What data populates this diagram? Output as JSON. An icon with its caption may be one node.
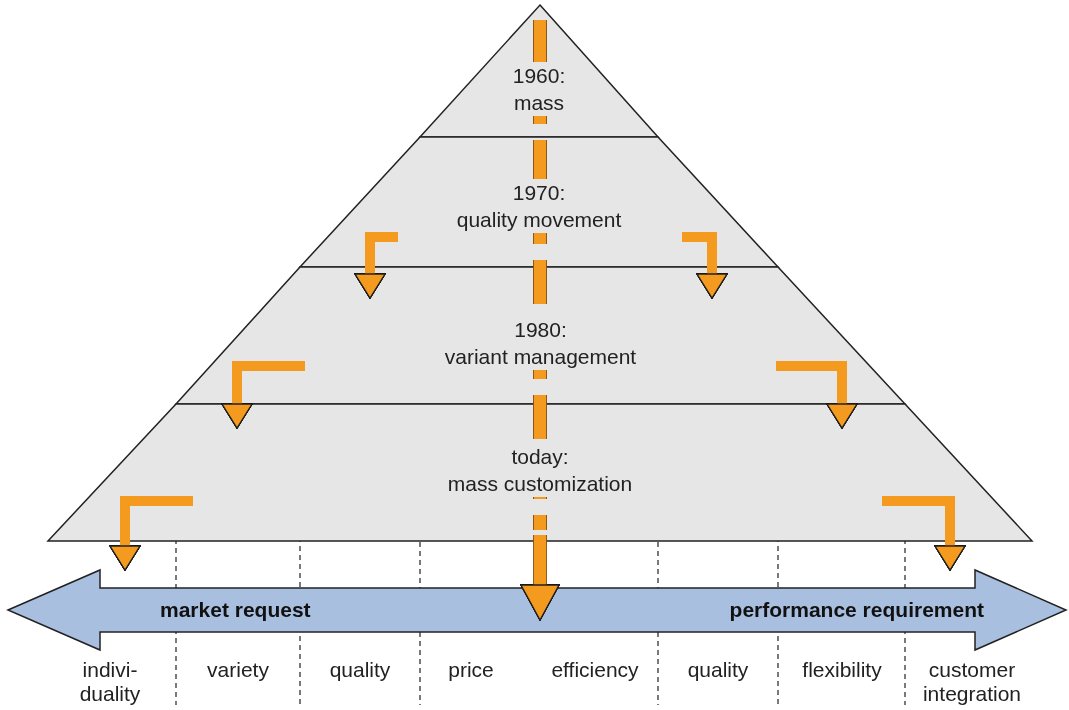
{
  "diagram": {
    "nodes": [
      {
        "text": [
          "1960:",
          "mass"
        ]
      },
      {
        "text": [
          "1970:",
          "quality movement"
        ]
      },
      {
        "text": [
          "1980:",
          "variant management"
        ]
      },
      {
        "text": [
          "today:",
          "mass customization"
        ]
      },
      {
        "text": [
          "market request",
          "performance requirement"
        ]
      }
    ],
    "edges": [
      {
        "from": 0,
        "to": 1,
        "arrow": "none",
        "style": "dashed"
      },
      {
        "from": 1,
        "to": 2,
        "arrow": "none",
        "style": "dashed"
      },
      {
        "from": 2,
        "to": 3,
        "arrow": "none",
        "style": "dashed"
      },
      {
        "from": 3,
        "to": 4,
        "arrow": "to"
      },
      {
        "from": 1,
        "to": 2,
        "arrow": "to"
      },
      {
        "from": 1,
        "to": 2,
        "arrow": "to"
      },
      {
        "from": 2,
        "to": 3,
        "arrow": "to"
      },
      {
        "from": 2,
        "to": 3,
        "arrow": "to"
      },
      {
        "from": 3,
        "to": 4,
        "arrow": "to"
      },
      {
        "from": 3,
        "to": 4,
        "arrow": "to"
      }
    ],
    "labels": [
      "indivi-duality",
      "variety",
      "quality",
      "price",
      "efficiency",
      "quality",
      "flexibility",
      "customer integration"
    ]
  }
}
